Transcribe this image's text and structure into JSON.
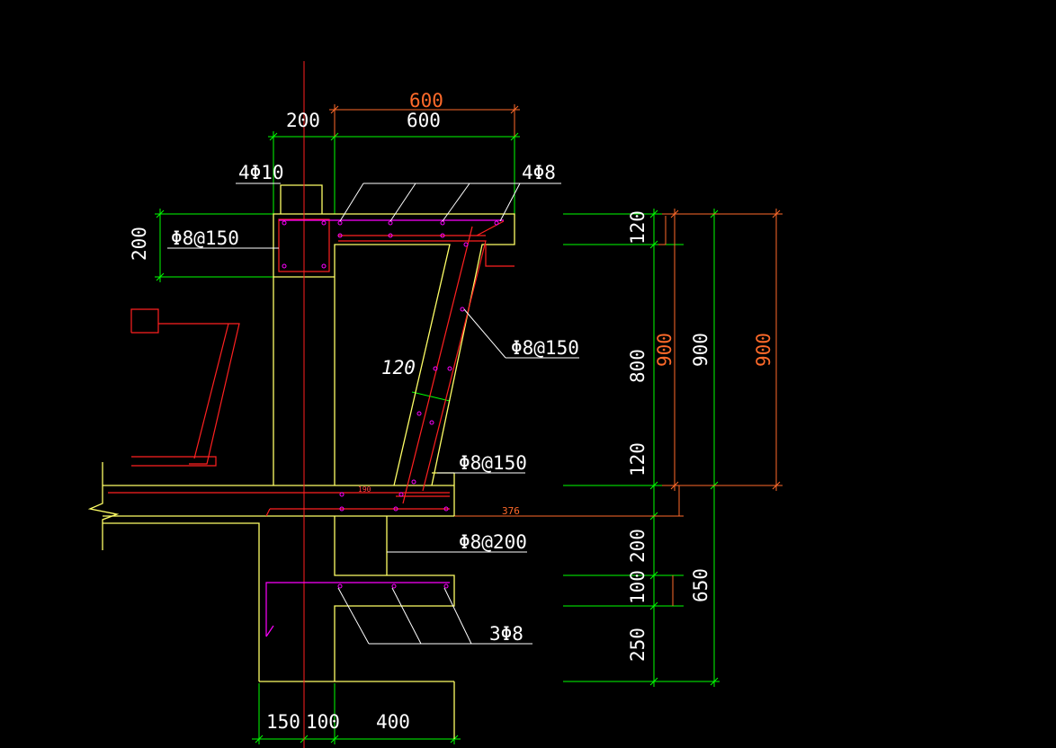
{
  "colors": {
    "background": "#000000",
    "dimension_green": "#00ff00",
    "outline_yellow": "#ffff66",
    "rebar_red": "#ff2020",
    "rebar_magenta": "#ff00ff",
    "orange_dim": "#ff6a2a",
    "text_white": "#ffffff"
  },
  "labels": {
    "top_dim_orange": "600",
    "top_dim_200": "200",
    "top_dim_600": "600",
    "rebar_4phi10": "4Φ10",
    "rebar_4phi8": "4Φ8",
    "left_dim_200": "200",
    "stirrup_top": "Φ8@150",
    "stirrup_slant": "Φ8@150",
    "slab_thk": "120",
    "stirrup_lower": "Φ8@150",
    "stirrup_beam": "Φ8@200",
    "rebar_3phi8": "3Φ8",
    "small_190": "190",
    "small_376": "376",
    "bottom_dims": [
      "150",
      "100",
      "400"
    ],
    "right_col1": [
      "120",
      "800",
      "120",
      "200",
      "100",
      "250"
    ],
    "right_orange_900_a": "900",
    "right_white_900": "900",
    "right_orange_900_b": "900",
    "right_650": "650"
  }
}
